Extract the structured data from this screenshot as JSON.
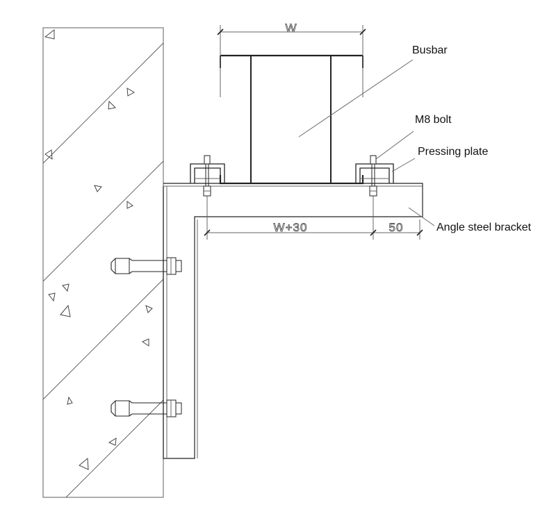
{
  "labels": {
    "busbar": "Busbar",
    "bolt": "M8 bolt",
    "pressing_plate": "Pressing plate",
    "bracket": "Angle steel bracket"
  },
  "dimensions": {
    "width": "W",
    "bracket_length": "W+30",
    "offset": "50"
  }
}
